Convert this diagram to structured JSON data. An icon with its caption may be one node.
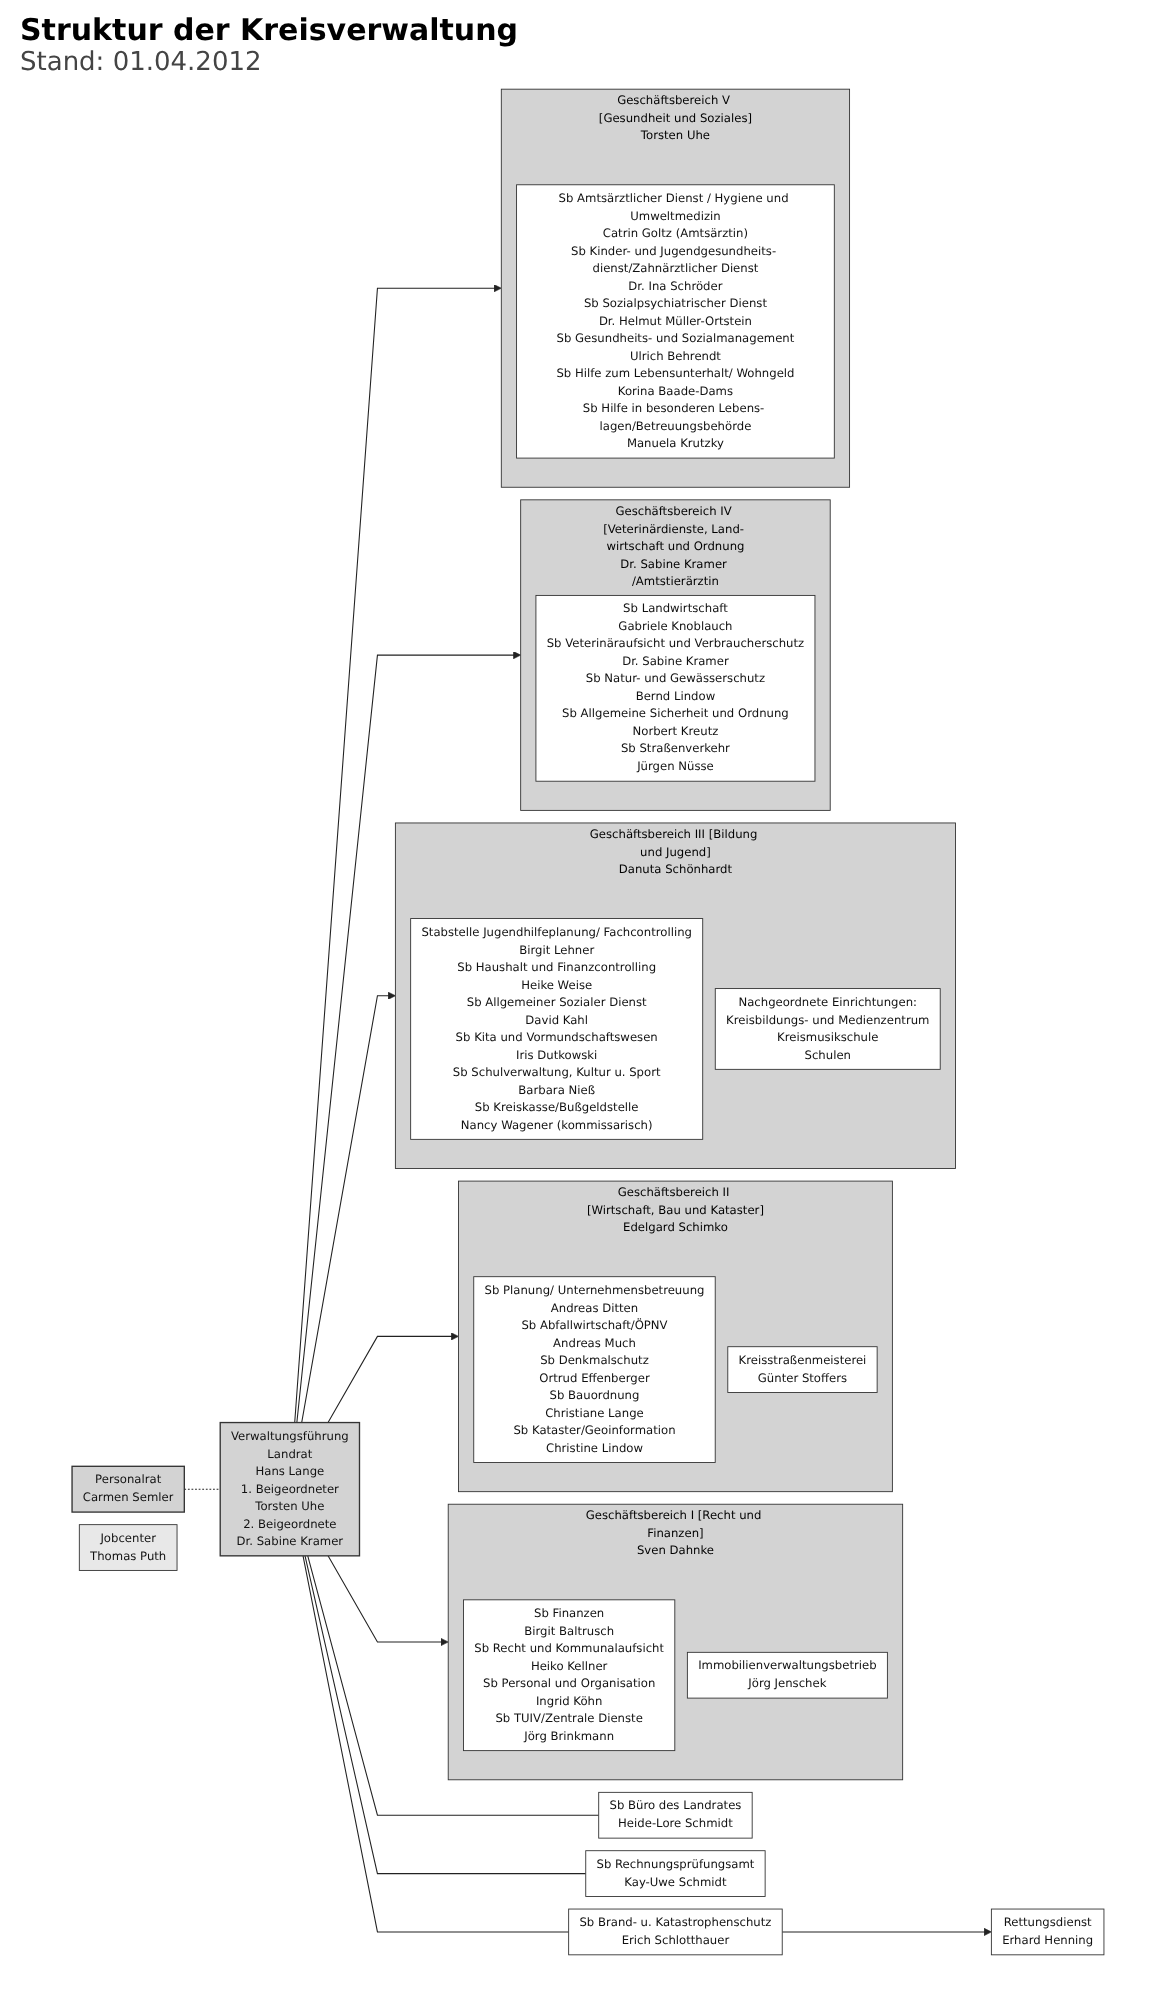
{
  "diagram": {
    "title": "Struktur der Kreisverwaltung",
    "nodes": [
      {
        "text": [
          "Verwaltungsführung",
          "Landrat",
          "Hans Lange",
          "1. Beigeordneter",
          "Torsten Uhe",
          "2. Beigeordnete",
          "Dr. Sabine Kramer"
        ]
      },
      {
        "text": [
          "Sb Büro des Landrates",
          "Heide-Lore Schmidt"
        ]
      },
      {
        "text": [
          "Sb Rechnungsprüfungsamt",
          "Kay-Uwe Schmidt"
        ]
      },
      {
        "text": [
          "Sb Brand- u. Katastrophenschutz",
          "Erich Schlotthauer"
        ]
      },
      {
        "text": [
          "Rettungsdienst",
          "Erhard Henning"
        ]
      },
      {
        "text": [
          "Personalrat",
          "Carmen Semler"
        ]
      },
      {
        "text": [
          "Geschäftsbereich I [Recht und Finanzen]",
          "Sven Dahnke"
        ]
      },
      {
        "text": [
          "Sb Finanzen",
          "Birgit Baltrusch",
          "Sb Recht und Kommunalaufsicht",
          "Heiko Kellner",
          "Sb Personal und Organisation",
          "Ingrid Köhn",
          "Sb TUIV/Zentrale Dienste",
          "Jörg Brinkmann"
        ],
        "in": 6
      },
      {
        "text": [
          "Immobilienverwaltungsbetrieb",
          "Jörg Jenschek"
        ],
        "in": 6
      },
      {
        "text": [
          "Geschäftsbereich II [Wirtschaft, Bau und Kataster]",
          "Edelgard Schimko"
        ]
      },
      {
        "text": [
          "Sb Planung/ Unternehmensbetreuung",
          "Andreas Ditten",
          "Sb Abfallwirtschaft/ÖPNV",
          "Andreas Much",
          "Sb Denkmalschutz",
          "Ortrud Effenberger",
          "Sb Bauordnung",
          "Christiane Lange",
          "Sb Kataster/Geoinformation",
          "Christine Lindow"
        ],
        "in": 9
      },
      {
        "text": [
          "Kreisstraßenmeisterei",
          "Günter Stoffers"
        ],
        "in": 9
      },
      {
        "text": [
          "Geschäftsbereich III [Bildung und Jugend]",
          "Danuta Schönhardt"
        ]
      },
      {
        "text": [
          "Stabstelle Jugendhilfeplanung/ Fachcontrolling",
          "Birgit Lehner",
          "Sb Haushalt und Finanzcontrolling",
          "Heike Weise",
          "Sb Allgemeiner Sozialer Dienst",
          "David Kahl",
          "Sb Kita und Vormundschaftswesen",
          "Iris Dutkowski",
          "Sb Schulverwaltung, Kultur u. Sport",
          "Barbara Nieß",
          "Sb Kreiskasse/Bußgeldstelle",
          "Nancy Wagener (kommissarisch)"
        ],
        "in": 12
      },
      {
        "text": [
          "Nachgeordnete Einrichtungen:",
          "Kreisbildungs- und Medienzentrum",
          "Kreismusikschule",
          "Schulen"
        ],
        "in": 12
      },
      {
        "text": [
          "Geschäftsbereich IV [Veterinärdienste, Land- wirtschaft und Ordnung",
          "Dr. Sabine Kramer /Amtstierärztin"
        ]
      },
      {
        "text": [
          "Sb Landwirtschaft",
          "Gabriele Knoblauch",
          "Sb Veterinäraufsicht und Verbraucherschutz",
          "Dr. Sabine Kramer",
          "Sb Natur- und Gewässerschutz",
          "Bernd Lindow",
          "Sb Allgemeine Sicherheit und Ordnung",
          "Norbert Kreutz",
          "Sb Straßenverkehr",
          "Jürgen Nüsse"
        ],
        "in": 15
      },
      {
        "text": [
          "Geschäftsbereich V [Gesundheit und Soziales]",
          "Torsten Uhe"
        ]
      },
      {
        "text": [
          "Sb Amtsärztlicher Dienst / Hygiene und Umweltmedizin",
          "Catrin Goltz (Amtsärztin)",
          "Sb Kinder- und Jugendgesundheits- dienst/Zahnärztlicher Dienst",
          "Dr. Ina Schröder",
          "Sb Sozialpsychiatrischer Dienst",
          "Dr. Helmut Müller-Ortstein",
          "Sb Gesundheits- und Sozialmanagement",
          "Ulrich Behrendt",
          "Sb Hilfe zum Lebensunterhalt/ Wohngeld",
          "Korina Baade-Dams",
          "Sb Hilfe in besonderen Lebens- lagen/Betreuungsbehörde",
          "Manuela Krutzky"
        ],
        "in": 17
      },
      {
        "text": [
          "Jobcenter",
          "Thomas Puth"
        ]
      }
    ],
    "edges": [
      {
        "from": 0,
        "to": 1,
        "arrow": "none"
      },
      {
        "from": 0,
        "to": 2,
        "arrow": "none"
      },
      {
        "from": 0,
        "to": 3,
        "arrow": "none"
      },
      {
        "from": 3,
        "to": 4,
        "arrow": "to"
      },
      {
        "from": 5,
        "to": 0,
        "arrow": "none",
        "style": "dashed"
      },
      {
        "from": 0,
        "to": 6,
        "arrow": "to"
      },
      {
        "from": 0,
        "to": 9,
        "arrow": "to"
      },
      {
        "from": 0,
        "to": 12,
        "arrow": "to"
      },
      {
        "from": 0,
        "to": 15,
        "arrow": "to"
      },
      {
        "from": 0,
        "to": 17,
        "arrow": "to"
      }
    ],
    "labels": [
      "Stand: 01.04.2012"
    ]
  }
}
